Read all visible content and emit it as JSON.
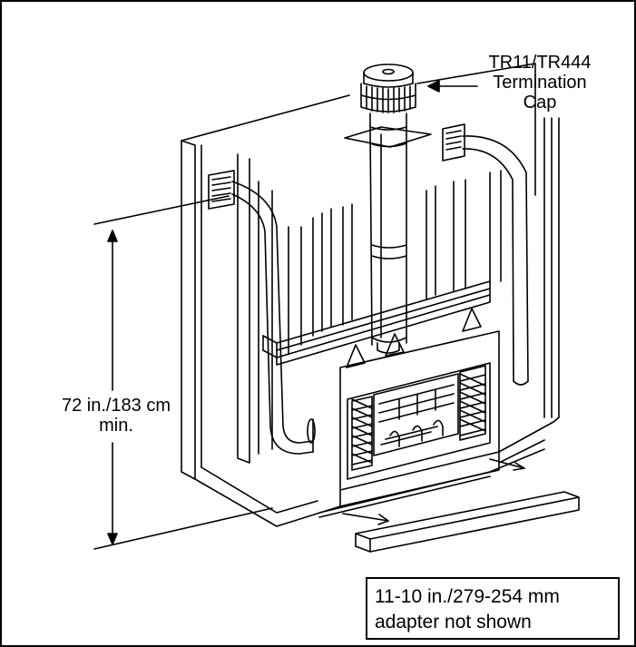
{
  "labels": {
    "termination_cap": [
      "TR11/TR444",
      "Termination",
      "Cap"
    ],
    "min_height": [
      "72 in./183 cm",
      "min."
    ],
    "adapter_note": [
      "11-10 in./279-254 mm",
      "adapter not shown"
    ]
  },
  "colors": {
    "line": "#000000",
    "background": "#ffffff"
  }
}
